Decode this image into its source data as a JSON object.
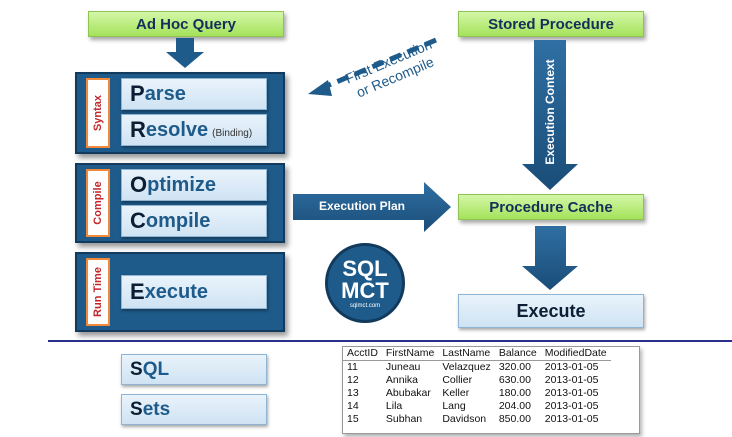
{
  "ad_hoc": {
    "title": "Ad Hoc Query"
  },
  "stored_proc": {
    "title": "Stored Procedure"
  },
  "stages": {
    "syntax": {
      "label": "Syntax",
      "parse_cap": "P",
      "parse_rest": "arse",
      "resolve_cap": "R",
      "resolve_rest": "esolve",
      "resolve_sub": "(Binding)"
    },
    "compile": {
      "label": "Compile",
      "optimize_cap": "O",
      "optimize_rest": "ptimize",
      "compile_cap": "C",
      "compile_rest": "ompile"
    },
    "runtime": {
      "label": "Run Time",
      "execute_cap": "E",
      "execute_rest": "xecute"
    }
  },
  "first_exec": {
    "line1": "First Execution",
    "line2": "or Recompile"
  },
  "exec_context": {
    "label": "Execution Context"
  },
  "exec_plan": {
    "label": "Execution Plan"
  },
  "proc_cache": {
    "title": "Procedure Cache"
  },
  "execute_right": {
    "label": "Execute"
  },
  "logo": {
    "line1": "SQL",
    "line2": "MCT",
    "url": "sqlmct.com"
  },
  "bottom": {
    "sql_cap": "S",
    "sql_rest": "QL",
    "sets_cap": "S",
    "sets_rest": "ets"
  },
  "result_table": {
    "headers": [
      "AcctID",
      "FirstName",
      "LastName",
      "Balance",
      "ModifiedDate"
    ],
    "rows": [
      [
        "11",
        "Juneau",
        "Velazquez",
        "320.00",
        "2013-01-05"
      ],
      [
        "12",
        "Annika",
        "Collier",
        "630.00",
        "2013-01-05"
      ],
      [
        "13",
        "Abubakar",
        "Keller",
        "180.00",
        "2013-01-05"
      ],
      [
        "14",
        "Lila",
        "Lang",
        "204.00",
        "2013-01-05"
      ],
      [
        "15",
        "Subhan",
        "Davidson",
        "850.00",
        "2013-01-05"
      ]
    ]
  },
  "colors": {
    "accent_blue": "#1f5b8a",
    "green": "#a4e25a",
    "orange_border": "#f08a3a",
    "red_text": "#c0282b",
    "navy_line": "#2a2f8a"
  }
}
